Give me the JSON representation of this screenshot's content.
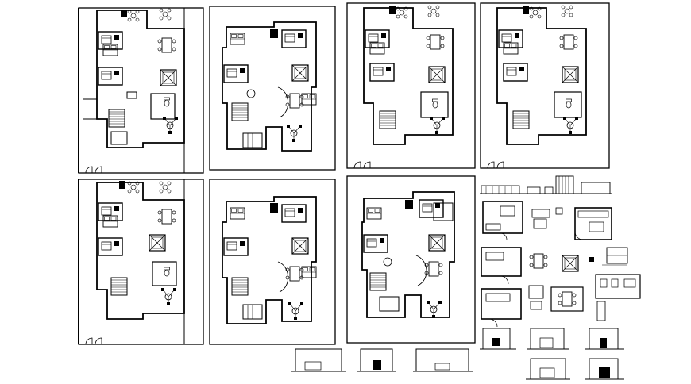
{
  "drawing": {
    "description_visible_text": "",
    "line_color": "#000000",
    "background_color": "#ffffff"
  },
  "sheets": [
    {
      "id": "plan-1"
    },
    {
      "id": "plan-2"
    },
    {
      "id": "plan-3"
    },
    {
      "id": "plan-4"
    },
    {
      "id": "plan-5"
    },
    {
      "id": "plan-6"
    },
    {
      "id": "plan-7"
    }
  ],
  "detail_blocks": [
    {
      "id": "detail-kitchen-a"
    },
    {
      "id": "detail-kitchen-b"
    },
    {
      "id": "detail-dining"
    },
    {
      "id": "detail-kitchen-c"
    },
    {
      "id": "detail-elevations"
    }
  ]
}
